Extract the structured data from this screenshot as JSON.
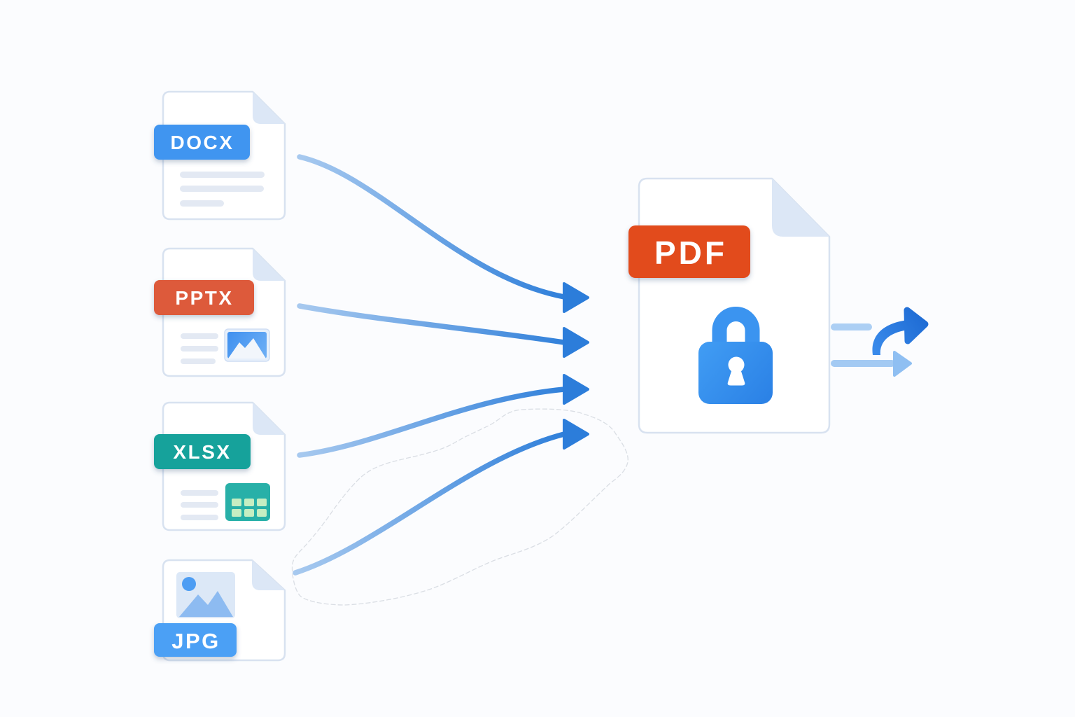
{
  "illustration": {
    "description": "Multiple file formats (DOCX, PPTX, XLSX, JPG) merging into a password-protected PDF that is then shared/exported",
    "colors": {
      "background": "#fbfcfe",
      "card_fill": "#ffffff",
      "card_border": "#d8e2f0",
      "fold": "#dce7f6",
      "text_line": "#e3e9f3",
      "docx_badge": "#4095f0",
      "pptx_badge": "#dd5a3b",
      "xlsx_badge": "#16a29b",
      "jpg_badge": "#4ba0f5",
      "pdf_badge": "#e24b1f",
      "badge_text": "#ffffff",
      "arrow_light": "#a7c9ef",
      "arrow_dark": "#2a7cd9",
      "arrow_head": "#2c7dda",
      "lock_blue": "#338ef0",
      "table_icon": "#28b0a8",
      "table_cell": "#c6eec2",
      "thumb_sun": "#4d9df3",
      "thumb_mountain": "#8dbbf1",
      "export_line": "#a3caf3",
      "export_head_light": "#8fbff2",
      "export_swoosh": "#2478e4",
      "lasso": "#d3d8df"
    },
    "source_files": [
      {
        "label": "DOCX",
        "icon": "word-document-icon"
      },
      {
        "label": "PPTX",
        "icon": "presentation-document-icon"
      },
      {
        "label": "XLSX",
        "icon": "spreadsheet-document-icon"
      },
      {
        "label": "JPG",
        "icon": "image-file-icon"
      }
    ],
    "target_file": {
      "label": "PDF",
      "icon": "locked-pdf-icon"
    }
  }
}
